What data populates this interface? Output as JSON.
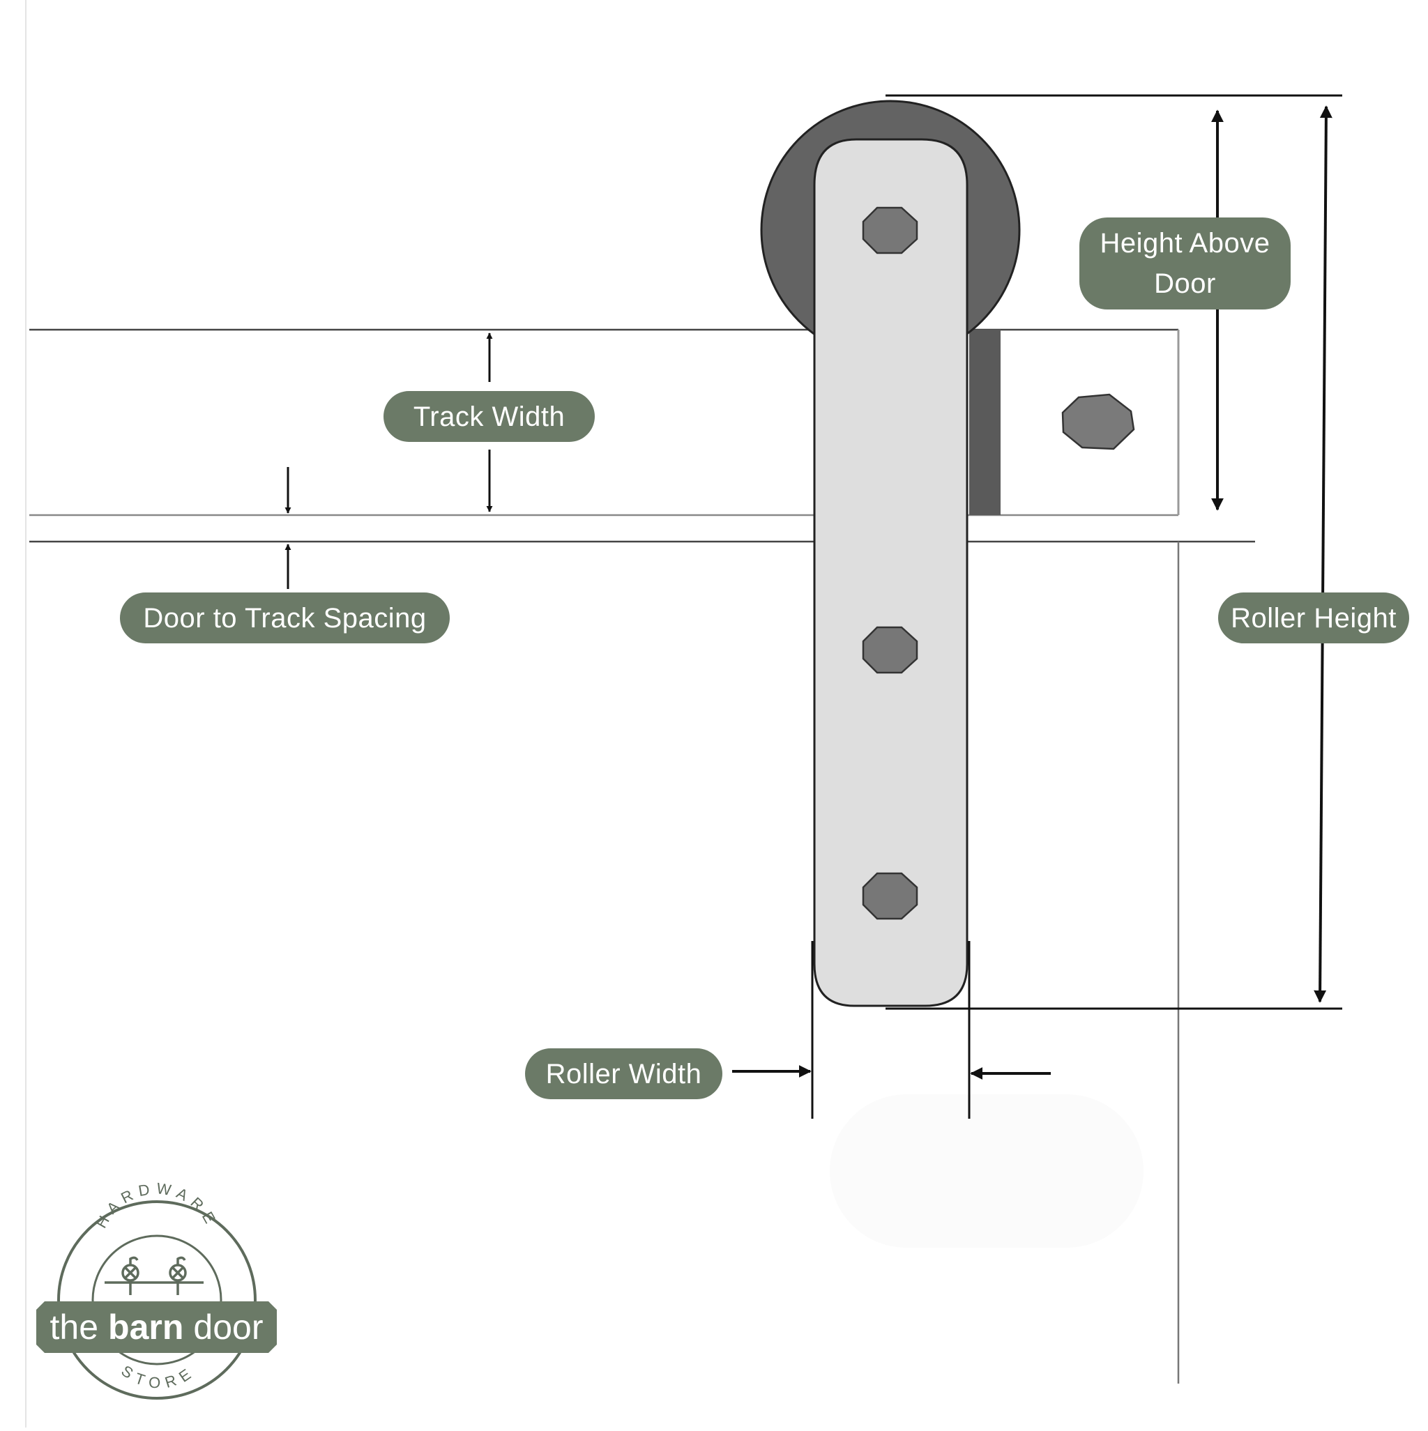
{
  "labels": {
    "track_width": "Track Width",
    "door_to_track_spacing": "Door to Track Spacing",
    "height_above_door_line1": "Height Above",
    "height_above_door_line2": "Door",
    "roller_height": "Roller Height",
    "roller_width": "Roller Width"
  },
  "logo": {
    "arc_top": "HARDWARE",
    "name_prefix": "the",
    "name_bold": "barn",
    "name_suffix": "door",
    "arc_bottom": "STORE"
  },
  "colors": {
    "pill": "#6b7a67",
    "wheel": "#636363",
    "plate": "#dedede",
    "bolt": "#787878",
    "line": "#222222",
    "logo": "#5e6b5c"
  }
}
